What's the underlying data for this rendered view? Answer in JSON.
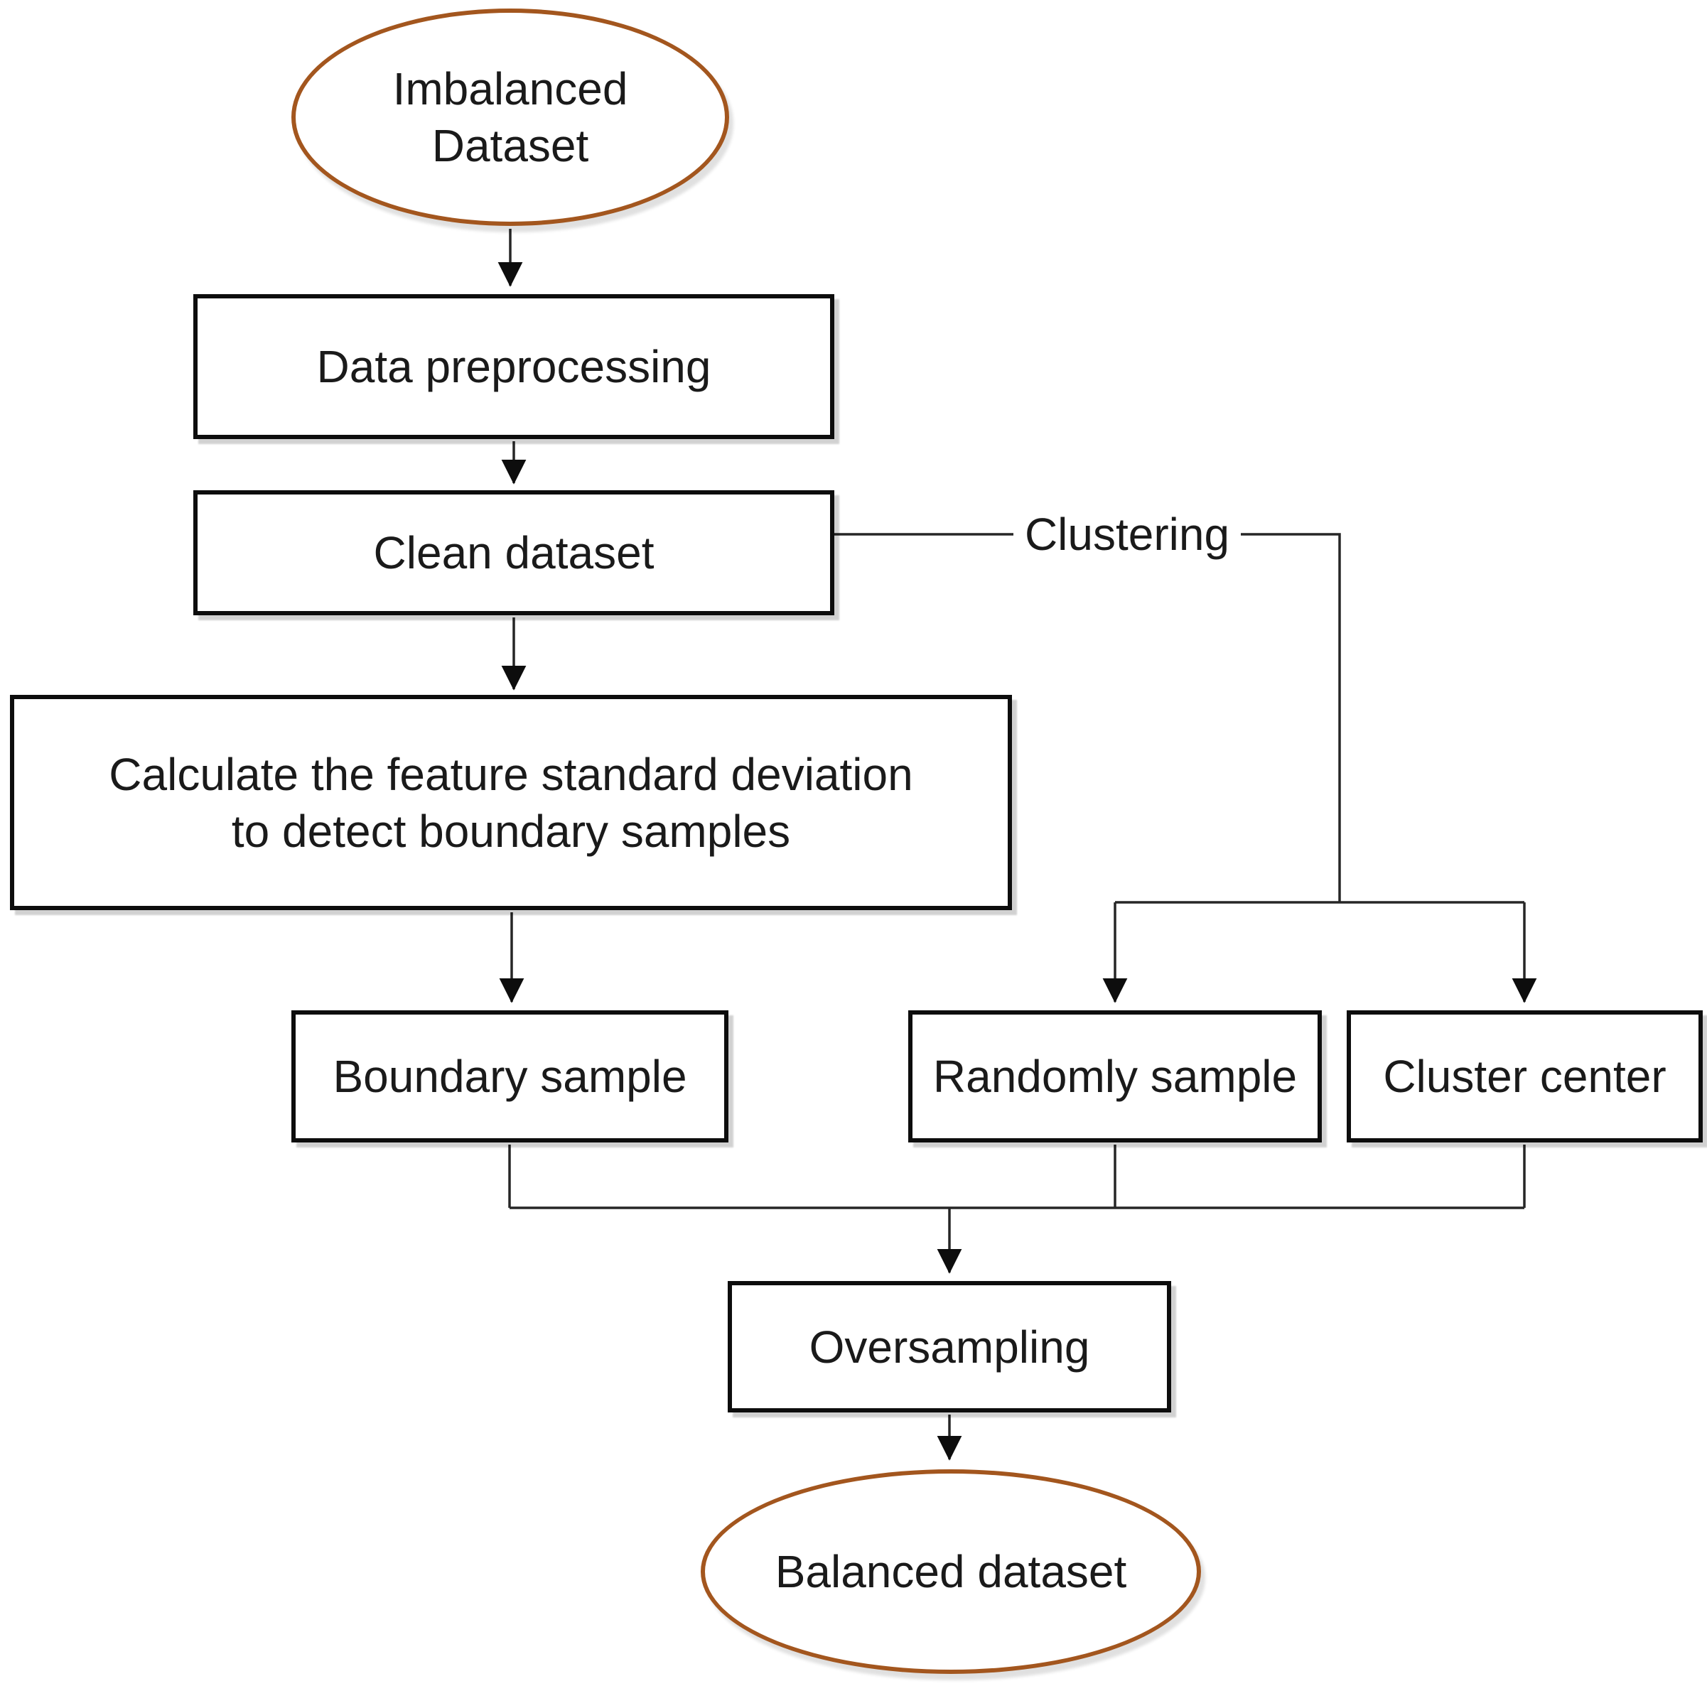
{
  "colors": {
    "ellipse-border": "#A3561E",
    "box-border": "#0D0D0D",
    "line": "#262626",
    "text": "#1A1A1A",
    "canvas-bg": "#FFFFFF"
  },
  "nodes": {
    "imbalanced": {
      "label": "Imbalanced\nDataset",
      "shape": "ellipse"
    },
    "preprocessing": {
      "label": "Data preprocessing",
      "shape": "rect"
    },
    "clean": {
      "label": "Clean dataset",
      "shape": "rect"
    },
    "calculate": {
      "label": "Calculate the feature standard deviation\nto detect boundary samples",
      "shape": "rect"
    },
    "boundary": {
      "label": "Boundary sample",
      "shape": "rect"
    },
    "randomly": {
      "label": "Randomly sample",
      "shape": "rect"
    },
    "cluster_center": {
      "label": "Cluster center",
      "shape": "rect"
    },
    "oversampling": {
      "label": "Oversampling",
      "shape": "rect"
    },
    "balanced": {
      "label": "Balanced dataset",
      "shape": "ellipse"
    }
  },
  "edges": {
    "clustering_label": "Clustering",
    "connections": [
      {
        "from": "imbalanced",
        "to": "preprocessing"
      },
      {
        "from": "preprocessing",
        "to": "clean"
      },
      {
        "from": "clean",
        "to": "calculate"
      },
      {
        "from": "clean",
        "to": "randomly",
        "label": "Clustering"
      },
      {
        "from": "clean",
        "to": "cluster_center",
        "label": "Clustering"
      },
      {
        "from": "calculate",
        "to": "boundary"
      },
      {
        "from": "boundary",
        "to": "oversampling"
      },
      {
        "from": "randomly",
        "to": "oversampling"
      },
      {
        "from": "cluster_center",
        "to": "oversampling"
      },
      {
        "from": "oversampling",
        "to": "balanced"
      }
    ]
  }
}
